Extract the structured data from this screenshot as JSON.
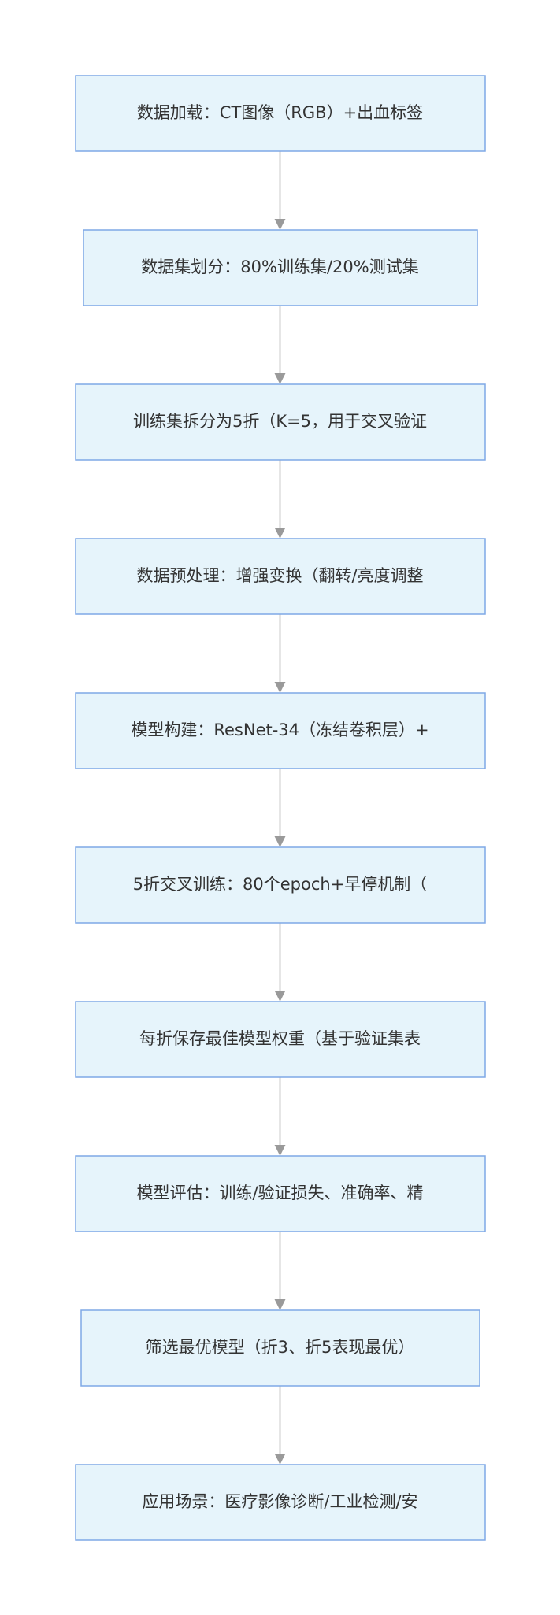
{
  "flowchart": {
    "steps": [
      "数据加载：CT图像（RGB）+出血标签",
      "数据集划分：80%训练集/20%测试集",
      "训练集拆分为5折（K=5，用于交叉验证",
      "数据预处理：增强变换（翻转/亮度调整",
      "模型构建：ResNet-34（冻结卷积层）+",
      "5折交叉训练：80个epoch+早停机制（",
      "每折保存最佳模型权重（基于验证集表",
      "模型评估：训练/验证损失、准确率、精",
      "筛选最优模型（折3、折5表现最优）",
      "应用场景：医疗影像诊断/工业检测/安"
    ]
  },
  "colors": {
    "node_fill": "#e6f4fb",
    "node_border": "#7fa8e6",
    "edge": "#9a9a9a",
    "text": "#333333"
  }
}
